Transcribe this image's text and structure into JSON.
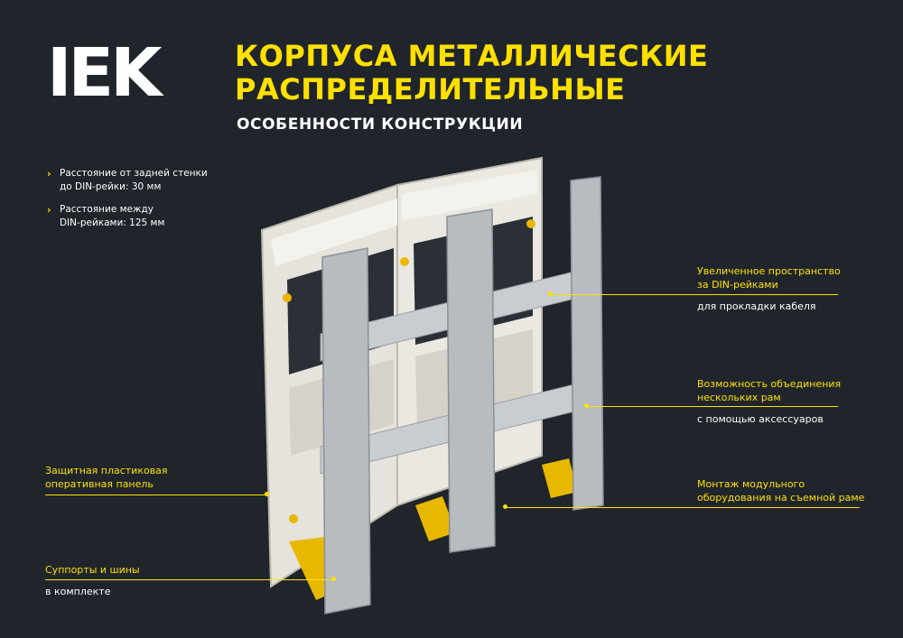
{
  "logo": "IEK",
  "title_line1": "КОРПУСА МЕТАЛЛИЧЕСКИЕ",
  "title_line2": "РАСПРЕДЕЛИТЕЛЬНЫЕ",
  "subtitle": "ОСОБЕННОСТИ КОНСТРУКЦИИ",
  "bullets": [
    {
      "line1": "Расстояние от задней стенки",
      "line2": "до DIN-рейки: 30 мм"
    },
    {
      "line1": "Расстояние между",
      "line2": "DIN-рейками: 125 мм"
    }
  ],
  "callouts": {
    "space": {
      "label1": "Увеличенное пространство",
      "label2": "за DIN-рейками",
      "sub": "для прокладки кабеля"
    },
    "combine": {
      "label1": "Возможность объединения",
      "label2": "нескольких рам",
      "sub": "с помощью аксессуаров"
    },
    "mount": {
      "label1": "Монтаж модульного",
      "label2": "оборудования на съемной раме"
    },
    "panel": {
      "label1": "Защитная пластиковая",
      "label2": "оперативная панель"
    },
    "supports": {
      "label1": "Суппорты и шины",
      "sub": "в комплекте"
    }
  },
  "colors": {
    "background": "#1f252b",
    "accent": "#ffe000",
    "text": "#ffffff"
  }
}
